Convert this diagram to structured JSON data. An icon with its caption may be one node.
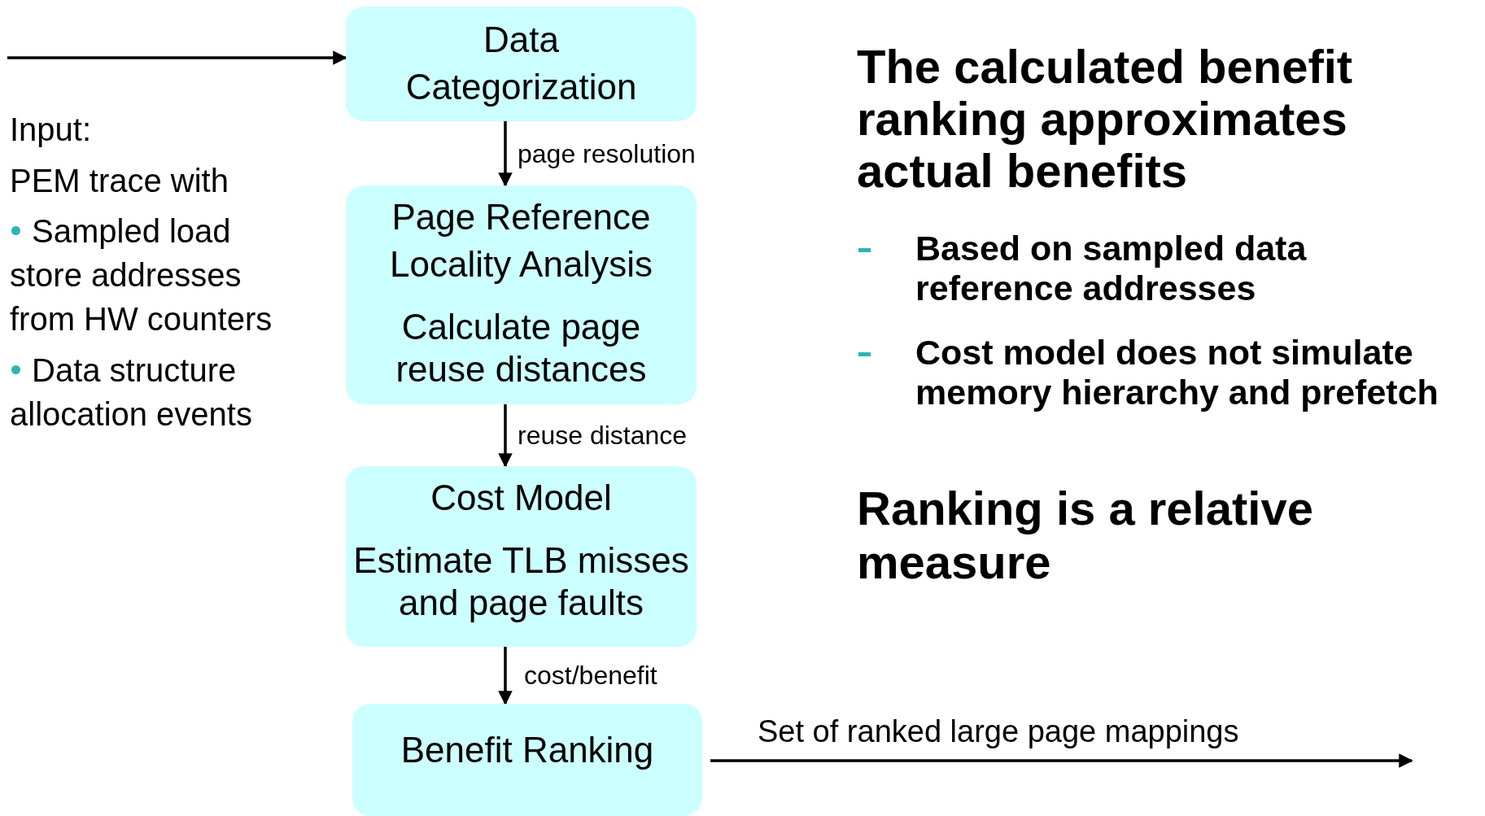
{
  "diagram": {
    "nodes": [
      {
        "text": [
          "Data Categorization"
        ]
      },
      {
        "text": [
          "Page Reference Locality Analysis",
          "Calculate page reuse distances"
        ]
      },
      {
        "text": [
          "Cost Model",
          "Estimate TLB misses and page faults"
        ]
      },
      {
        "text": [
          "Benefit Ranking"
        ]
      }
    ],
    "edges": [
      {
        "from": null,
        "to": 0,
        "arrow": "to"
      },
      {
        "from": 0,
        "to": 1,
        "label": "page resolution",
        "arrow": "to"
      },
      {
        "from": 1,
        "to": 2,
        "label": "reuse distance",
        "arrow": "to"
      },
      {
        "from": 2,
        "to": 3,
        "label": "cost/benefit",
        "arrow": "to"
      },
      {
        "from": 3,
        "to": null,
        "label": "Set of ranked large page mappings",
        "arrow": "to"
      }
    ],
    "labels": [
      "Input:",
      "PEM trace with",
      "Sampled load store addresses from HW counters",
      "Data structure allocation events",
      "The calculated benefit ranking approximates actual benefits",
      "Based on sampled data reference addresses",
      "Cost model does not simulate memory hierarchy and prefetch",
      "Ranking is a relative measure"
    ]
  }
}
